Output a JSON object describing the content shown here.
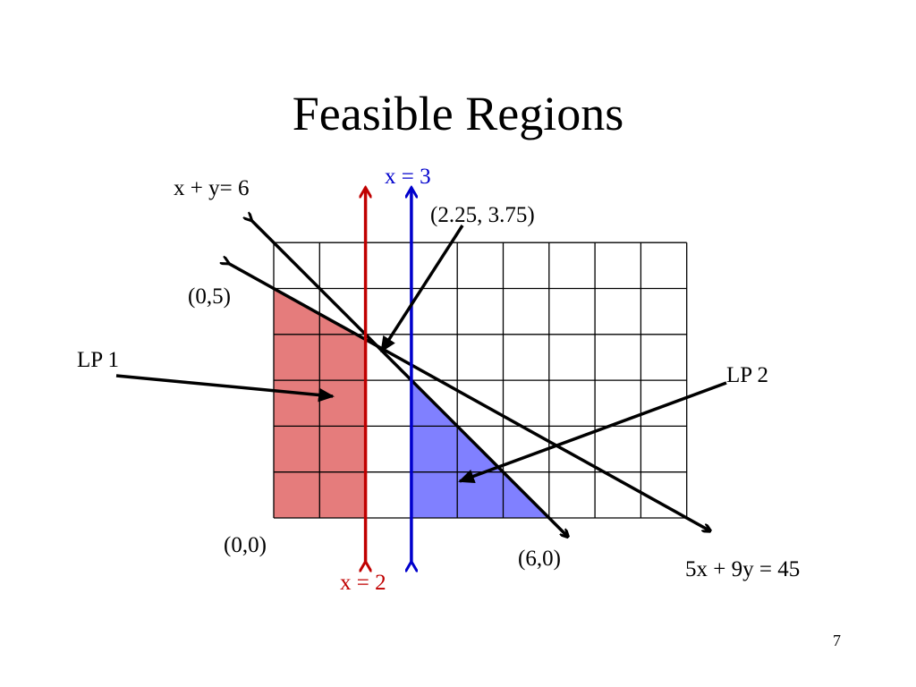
{
  "slide": {
    "title": "Feasible Regions",
    "page_number": "7"
  },
  "labels": {
    "line_xy6": "x + y= 6",
    "line_x3": "x = 3",
    "line_x2": "x = 2",
    "line_5x9y": "5x + 9y = 45",
    "point_intersection": "(2.25, 3.75)",
    "point_0_5": "(0,5)",
    "point_0_0": "(0,0)",
    "point_6_0": "(6,0)",
    "region_lp1": "LP 1",
    "region_lp2": "LP 2"
  },
  "colors": {
    "x2_line": "#c00000",
    "x3_line": "#0000cc",
    "lp1_fill": "#e57c7c",
    "lp2_fill": "#8080ff",
    "grid": "#000000",
    "arrow": "#000000"
  },
  "chart_data": {
    "type": "diagram",
    "grid": {
      "x_range": [
        0,
        9
      ],
      "y_range": [
        0,
        6
      ]
    },
    "lines": [
      {
        "name": "x + y= 6",
        "equation": "x + y = 6"
      },
      {
        "name": "5x + 9y = 45",
        "equation": "5x + 9y = 45"
      },
      {
        "name": "x = 2",
        "equation": "x = 2"
      },
      {
        "name": "x = 3",
        "equation": "x = 3"
      }
    ],
    "regions": [
      {
        "name": "LP 1",
        "vertices": [
          [
            0,
            0
          ],
          [
            0,
            5
          ],
          [
            2,
            3.889
          ],
          [
            2,
            0
          ]
        ]
      },
      {
        "name": "LP 2",
        "vertices": [
          [
            3,
            0
          ],
          [
            3,
            3
          ],
          [
            6,
            0
          ]
        ]
      }
    ],
    "points": [
      {
        "label": "(2.25, 3.75)",
        "x": 2.25,
        "y": 3.75
      },
      {
        "label": "(0,5)",
        "x": 0,
        "y": 5
      },
      {
        "label": "(0,0)",
        "x": 0,
        "y": 0
      },
      {
        "label": "(6,0)",
        "x": 6,
        "y": 0
      }
    ]
  }
}
